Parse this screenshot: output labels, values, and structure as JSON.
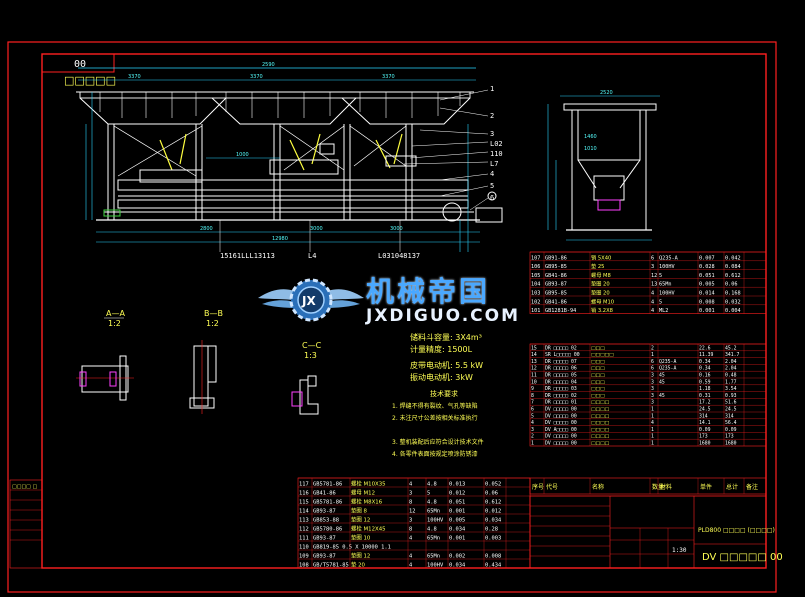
{
  "sheet": {
    "corner_label": "00",
    "main_view_label": "□□□□□",
    "title_block_name": "DV □□□□□ 00",
    "title_block_caption": "PLD800 □□□□ (□□□□)",
    "scale": "1:30"
  },
  "dimensions": {
    "overall_top": "2590",
    "top_span_1": "3370",
    "top_span_2": "3370",
    "top_span_3": "3370",
    "bottom_1": "2800",
    "bottom_2": "3000",
    "bottom_3": "3000",
    "bottom_overall": "12980",
    "mid_1": "1000",
    "side_width": "2520",
    "side_top": "1460",
    "side_mid": "1010"
  },
  "balloons": [
    "1",
    "2",
    "3",
    "L02",
    "110",
    "L7",
    "4",
    "5",
    "6"
  ],
  "part_refs": {
    "row_left": "15161LLL13113",
    "row_mid": "L4",
    "row_right": "L031048137"
  },
  "section_views": [
    {
      "label": "A—A",
      "scale": "1:2"
    },
    {
      "label": "B—B",
      "scale": "1:2"
    },
    {
      "label": "C—C",
      "scale": "1:3"
    }
  ],
  "specs": [
    "储料斗容量: 3X4m³",
    "计量精度: 1500L",
    "皮带电动机: 5.5 kW",
    "振动电动机: 3kW"
  ],
  "tech_title": "技术要求",
  "tech_notes": [
    "1. 焊缝不得有裂纹、气孔等缺陷",
    "2. 未注尺寸公差按相关标准执行",
    "3. 整机装配后应符合设计技术文件",
    "4. 各零件表面按规定喷涂防锈漆"
  ],
  "bom_top": [
    [
      "107",
      "GB91-86",
      "销 5X40",
      "6",
      "Q235-A",
      "0.007",
      "0.042"
    ],
    [
      "106",
      "GB95-85",
      "垫 25",
      "3",
      "100HV",
      "0.028",
      "0.084"
    ],
    [
      "105",
      "GB41-86",
      "螺母 M8",
      "12",
      "5",
      "0.051",
      "0.612"
    ],
    [
      "104",
      "GB93-87",
      "垫圈 20",
      "13",
      "65Mn",
      "0.005",
      "0.06"
    ],
    [
      "103",
      "GB95-85",
      "垫圈 20",
      "4",
      "100HV",
      "0.014",
      "0.168"
    ],
    [
      "102",
      "GB41-86",
      "螺母 M10",
      "4",
      "5",
      "0.008",
      "0.032"
    ],
    [
      "101",
      "GB1281B-94",
      "销 3.2X8",
      "4",
      "ML2",
      "0.001",
      "0.004"
    ]
  ],
  "bom_mid": [
    [
      "15",
      "DR □□□□□ 02",
      "□□□",
      "2",
      "",
      "22.6",
      "45.2"
    ],
    [
      "14",
      "SR L□□□□□ 00",
      "□□□□□",
      "1",
      "",
      "11.39",
      "341.7"
    ],
    [
      "13",
      "DR □□□□□ 07",
      "□□□",
      "6",
      "Q235-A",
      "0.34",
      "2.04"
    ],
    [
      "12",
      "DR □□□□□ 06",
      "□□□",
      "6",
      "Q235-A",
      "0.34",
      "2.04"
    ],
    [
      "11",
      "DR □□□□□ 05",
      "□□□",
      "3",
      "45",
      "0.16",
      "0.48"
    ],
    [
      "10",
      "DR □□□□□ 04",
      "□□□",
      "3",
      "45",
      "0.59",
      "1.77"
    ],
    [
      "9",
      "DR □□□□□ 03",
      "□□□",
      "3",
      "",
      "1.18",
      "3.54"
    ],
    [
      "8",
      "DR □□□□□ 02",
      "□□□",
      "3",
      "45",
      "0.31",
      "0.93"
    ],
    [
      "7",
      "DR □□□□□ 01",
      "□□□□",
      "3",
      "",
      "17.2",
      "51.6"
    ],
    [
      "6",
      "DV □□□□□ 00",
      "□□□□",
      "1",
      "",
      "24.5",
      "24.5"
    ],
    [
      "5",
      "DV □□□□□ 00",
      "□□□□",
      "1",
      "",
      "314",
      "314"
    ],
    [
      "4",
      "DV □□□□□ 00",
      "□□□□",
      "4",
      "",
      "14.1",
      "56.4"
    ],
    [
      "3",
      "DV A□□□□ 00",
      "□□□□",
      "1",
      "",
      "0.09",
      "0.09"
    ],
    [
      "2",
      "DV □□□□□ 00",
      "□□□□",
      "1",
      "",
      "173",
      "173"
    ],
    [
      "1",
      "DV □□□□□ 00",
      "□□□□",
      "1",
      "",
      "1680",
      "1680"
    ]
  ],
  "bom_header": [
    "序号",
    "代号",
    "名称",
    "数量",
    "材料",
    "单件",
    "总计",
    "备注"
  ],
  "bom_bottom": [
    [
      "117",
      "GB5781-86",
      "螺栓 M10X35",
      "4",
      "4.8",
      "0.013",
      "0.052"
    ],
    [
      "116",
      "GB41-86",
      "螺母 M12",
      "3",
      "5",
      "0.012",
      "0.06"
    ],
    [
      "115",
      "GB5781-86",
      "螺栓 M8X16",
      "8",
      "4.8",
      "0.051",
      "0.612"
    ],
    [
      "114",
      "GB93-87",
      "垫圈 8",
      "12",
      "65Mn",
      "0.001",
      "0.012"
    ],
    [
      "113",
      "GB853-88",
      "垫圈 12",
      "3",
      "100HV",
      "0.005",
      "0.034"
    ],
    [
      "112",
      "GB5780-86",
      "螺栓 M12X45",
      "8",
      "4.8",
      "0.034",
      "0.28"
    ],
    [
      "111",
      "GB93-87",
      "垫圈 10",
      "4",
      "65Mn",
      "0.001",
      "0.003"
    ],
    [
      "110",
      "GB819-85 0.5 X 10000 1.1",
      "",
      "",
      "",
      "",
      ""
    ],
    [
      "109",
      "GB93-87",
      "垫圈 12",
      "4",
      "65Mn",
      "0.002",
      "0.008"
    ],
    [
      "108",
      "GB/T5781-85",
      "垫 20",
      "4",
      "100HV",
      "0.034",
      "0.434"
    ]
  ],
  "left_table_title": "□□□□ □",
  "watermark": {
    "cn": "机械帝国",
    "en": "JXDIGUO.COM",
    "badge": "JX"
  },
  "colors": {
    "background": "#000000",
    "frame": "#ff2020",
    "line": "#ffffff",
    "dim": "#29d4ff",
    "text_yellow": "#ffff55",
    "watermark": "#4aa8ff"
  }
}
